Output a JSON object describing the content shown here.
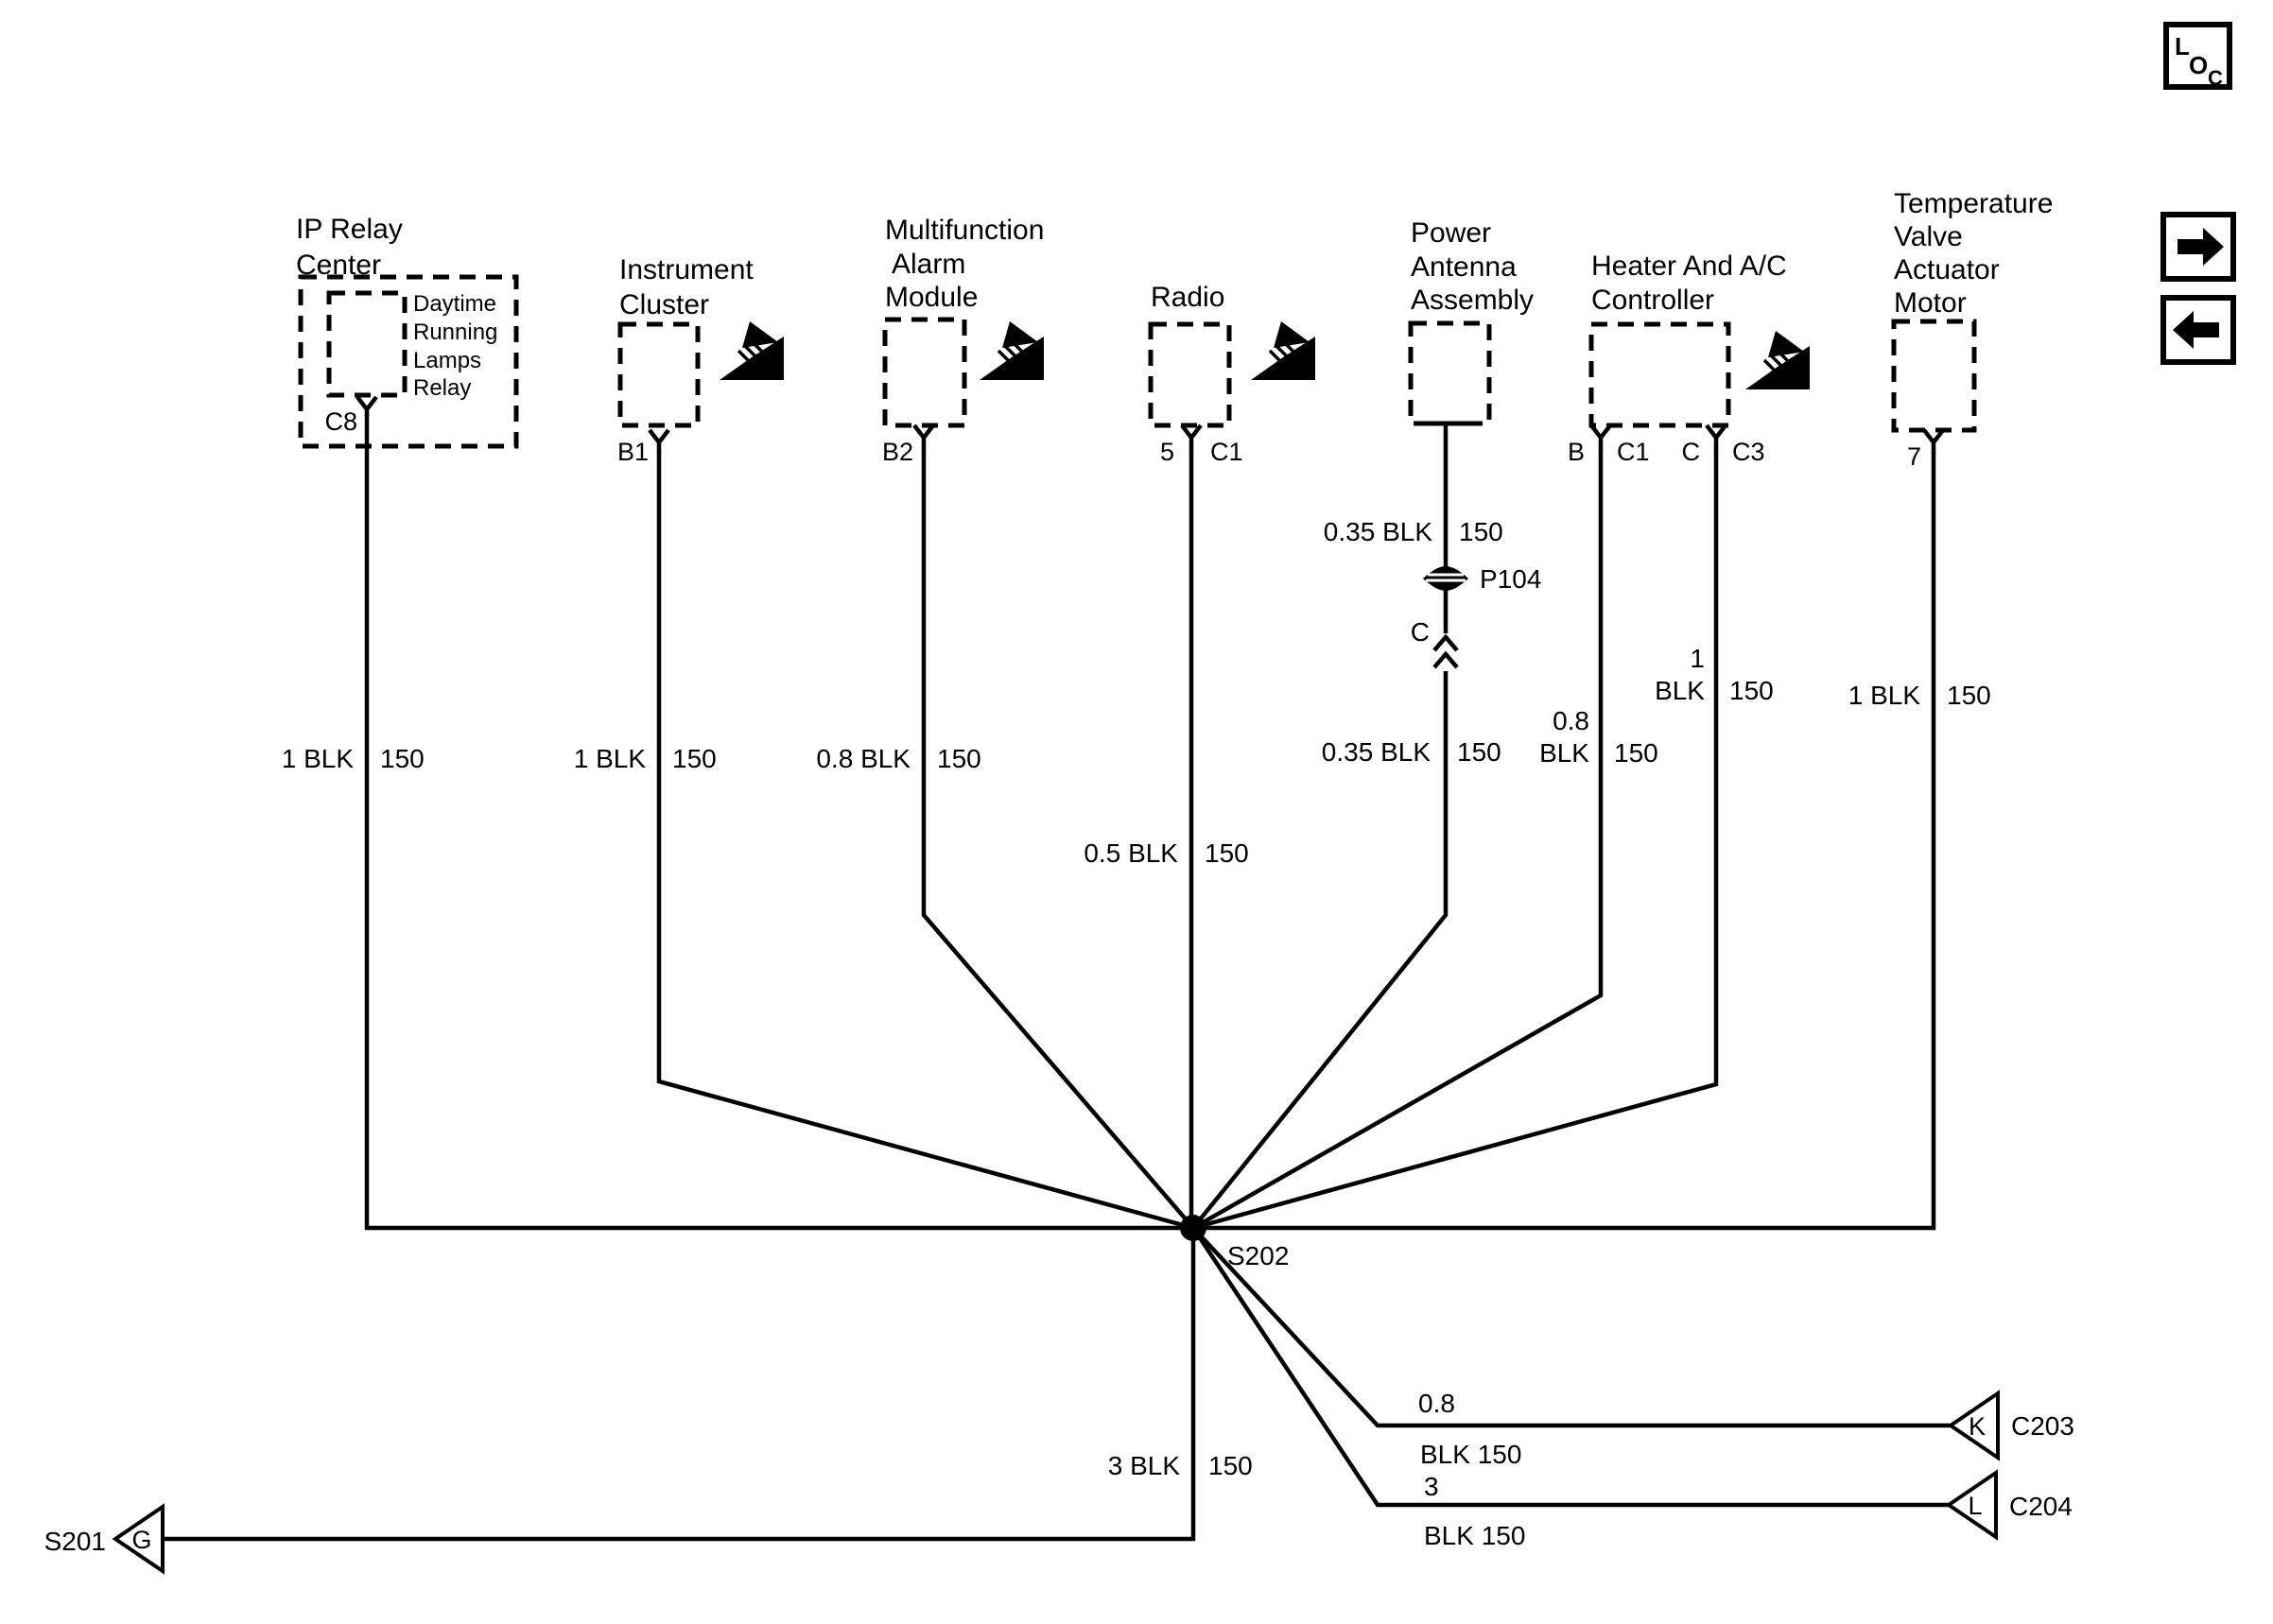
{
  "colors": {
    "ink": "#000000",
    "background": "#ffffff"
  },
  "toolbar": {
    "loc_letters": [
      "L",
      "O",
      "C"
    ],
    "nav_forward_icon": "right-arrow",
    "nav_back_icon": "left-arrow"
  },
  "components": {
    "ip_relay_center": {
      "title": [
        "IP Relay",
        "Center"
      ],
      "relay_note": [
        "Daytime",
        "Running",
        "Lamps",
        "Relay"
      ],
      "pin": "C8"
    },
    "instrument_cluster": {
      "title": [
        "Instrument",
        "Cluster"
      ],
      "pin": "B1"
    },
    "multifunction_alarm_module": {
      "title": [
        "Multifunction",
        "Alarm",
        "Module"
      ],
      "pin": "B2"
    },
    "radio": {
      "title": [
        "Radio"
      ],
      "pin_left": "5",
      "pin_right": "C1"
    },
    "power_antenna_assembly": {
      "title": [
        "Power",
        "Antenna",
        "Assembly"
      ]
    },
    "heater_ac_controller": {
      "title": [
        "Heater And A/C",
        "Controller"
      ],
      "pin1_left": "B",
      "pin1_right": "C1",
      "pin2_left": "C",
      "pin2_right": "C3"
    },
    "temperature_valve_actuator_motor": {
      "title": [
        "Temperature",
        "Valve",
        "Actuator",
        "Motor"
      ],
      "pin": "7"
    }
  },
  "wires": {
    "ip_relay": {
      "label": "1 BLK",
      "circuit": "150"
    },
    "instrument": {
      "label": "1 BLK",
      "circuit": "150"
    },
    "multifunction": {
      "label": "0.8 BLK",
      "circuit": "150"
    },
    "radio": {
      "label": "0.5 BLK",
      "circuit": "150"
    },
    "antenna_upper": {
      "label": "0.35 BLK",
      "circuit": "150"
    },
    "antenna_lower": {
      "label": "0.35 BLK",
      "circuit": "150"
    },
    "heater_1": {
      "size": "0.8",
      "color": "BLK",
      "circuit": "150"
    },
    "heater_2": {
      "size": "1",
      "color": "BLK",
      "circuit": "150"
    },
    "temperature": {
      "label": "1 BLK",
      "circuit": "150"
    },
    "to_s201": {
      "label": "3 BLK",
      "circuit": "150"
    },
    "to_c203": {
      "size": "0.8",
      "color_circuit": "BLK 150"
    },
    "to_c204": {
      "size": "3",
      "color_circuit": "BLK 150"
    }
  },
  "junctions": {
    "p104": "P104",
    "inline_connector": "C",
    "s202": "S202",
    "s201": {
      "name": "S201",
      "pin": "G"
    },
    "c203": {
      "name": "C203",
      "pin": "K"
    },
    "c204": {
      "name": "C204",
      "pin": "L"
    }
  }
}
